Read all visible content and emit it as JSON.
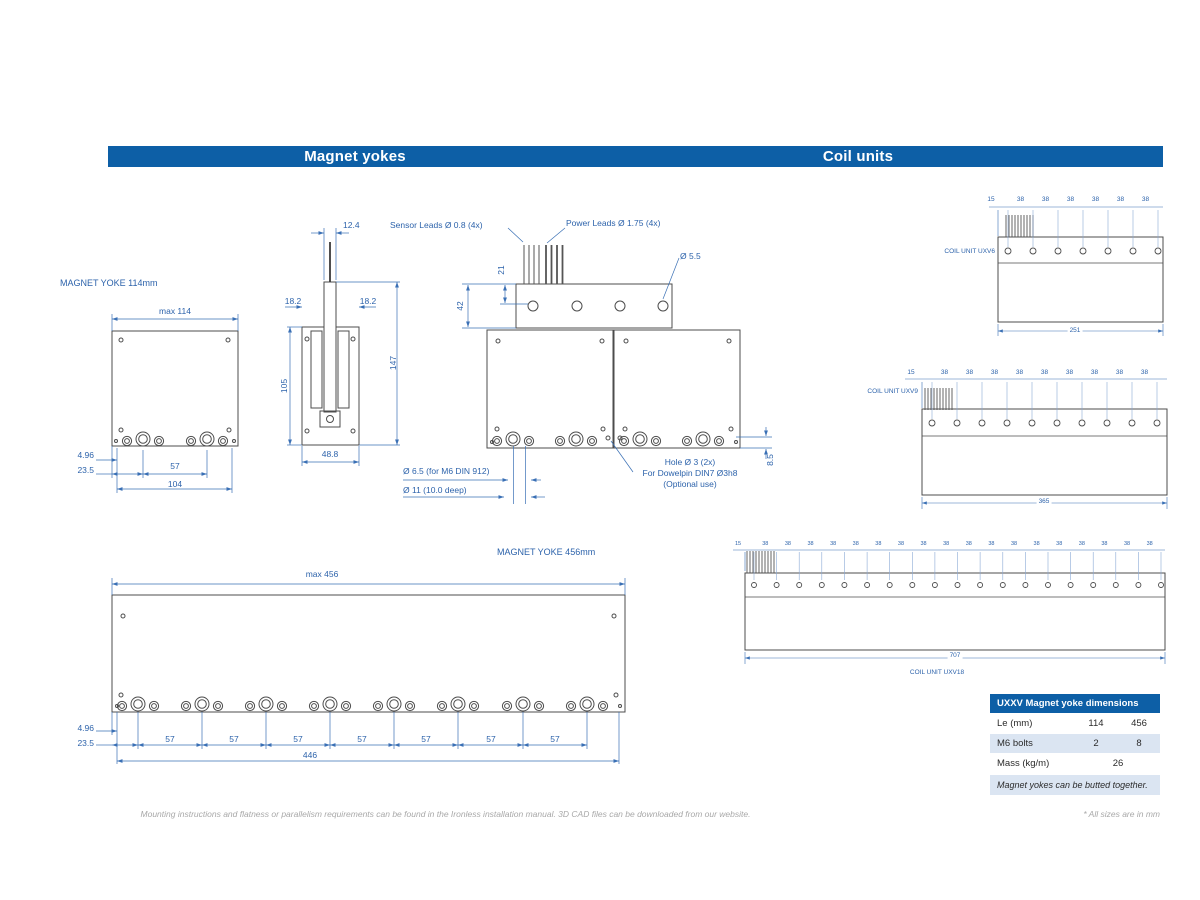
{
  "page": {
    "footer_note": "Mounting instructions and flatness or parallelism requirements  can be found in the Ironless installation manual. 3D CAD files can be downloaded from our website.",
    "sizes_note": "* All sizes are in mm"
  },
  "header": {
    "left_title": "Magnet yokes",
    "right_title": "Coil units"
  },
  "colors": {
    "accent_blue": "#0d5fa6",
    "dimension_blue": "#3a70b5",
    "outline_gray": "#4c4c4c",
    "table_alt_blue": "#dbe5f2",
    "footer_gray": "#a8a8a8"
  },
  "magnet_yoke_114": {
    "title": "MAGNET YOKE 114mm",
    "dims": {
      "top": "max 114",
      "edge": "4.96",
      "first_bolt": "23.5",
      "pitch": "57",
      "bolt_span": "104"
    }
  },
  "side_view": {
    "dims": {
      "blade_width": "12.4",
      "left_gap": "18.2",
      "right_gap": "18.2",
      "slot_depth": "105",
      "total_height": "147",
      "width": "48.8"
    }
  },
  "assembly": {
    "labels": {
      "sensor_leads": "Sensor Leads Ø 0.8 (4x)",
      "power_leads": "Power Leads Ø 1.75 (4x)",
      "hole_diameter": "Ø 5.5",
      "lead_clearance": "21",
      "block_height": "42",
      "bolt_hole": "Ø 6.5 (for M6 DIN 912)",
      "counterbore": "Ø 11 (10.0 deep)",
      "dowel_line1": "Hole Ø 3 (2x)",
      "dowel_line2": "For Dowelpin DIN7 Ø3h8",
      "dowel_line3": "(Optional use)",
      "edge_offset": "8.5"
    }
  },
  "magnet_yoke_456": {
    "title": "MAGNET YOKE 456mm",
    "dims": {
      "top": "max 456",
      "edge": "4.96",
      "first_bolt": "23.5",
      "pitch": "57",
      "bolt_span": "446"
    }
  },
  "coil_units": [
    {
      "label": "COIL UNIT UXV6",
      "end_offset": "15",
      "pitch": "38",
      "length": "251"
    },
    {
      "label": "COIL UNIT UXV9",
      "end_offset": "15",
      "pitch": "38",
      "length": "365"
    },
    {
      "label": "COIL UNIT UXV18",
      "end_offset": "15",
      "pitch": "38",
      "length": "707"
    }
  ],
  "table": {
    "title": "UXXV Magnet yoke dimensions",
    "rows": [
      {
        "label": "Le (mm)",
        "v1": "114",
        "v2": "456"
      },
      {
        "label": "M6 bolts",
        "v1": "2",
        "v2": "8"
      },
      {
        "label": "Mass (kg/m)",
        "v1": "26"
      }
    ],
    "note": "Magnet yokes can be butted together."
  }
}
